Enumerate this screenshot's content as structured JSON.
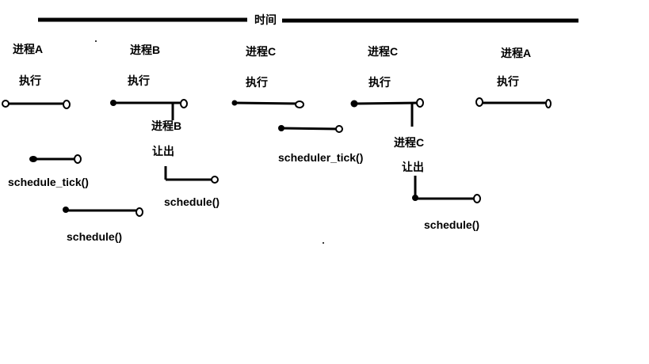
{
  "timeline": {
    "label": "时间"
  },
  "processes": [
    {
      "name": "进程A",
      "action": "执行"
    },
    {
      "name": "进程B",
      "action": "执行"
    },
    {
      "name": "进程C",
      "action": "执行"
    },
    {
      "name": "进程C",
      "action": "执行"
    },
    {
      "name": "进程A",
      "action": "执行"
    }
  ],
  "events": {
    "b_yield_name": "进程B",
    "b_yield_action": "让出",
    "c_yield_name": "进程C",
    "c_yield_action": "让出"
  },
  "functions": {
    "schedule_tick": "schedule_tick()",
    "schedule_1": "schedule()",
    "schedule_2": "schedule()",
    "scheduler_tick": "scheduler_tick()",
    "schedule_3": "schedule()"
  }
}
